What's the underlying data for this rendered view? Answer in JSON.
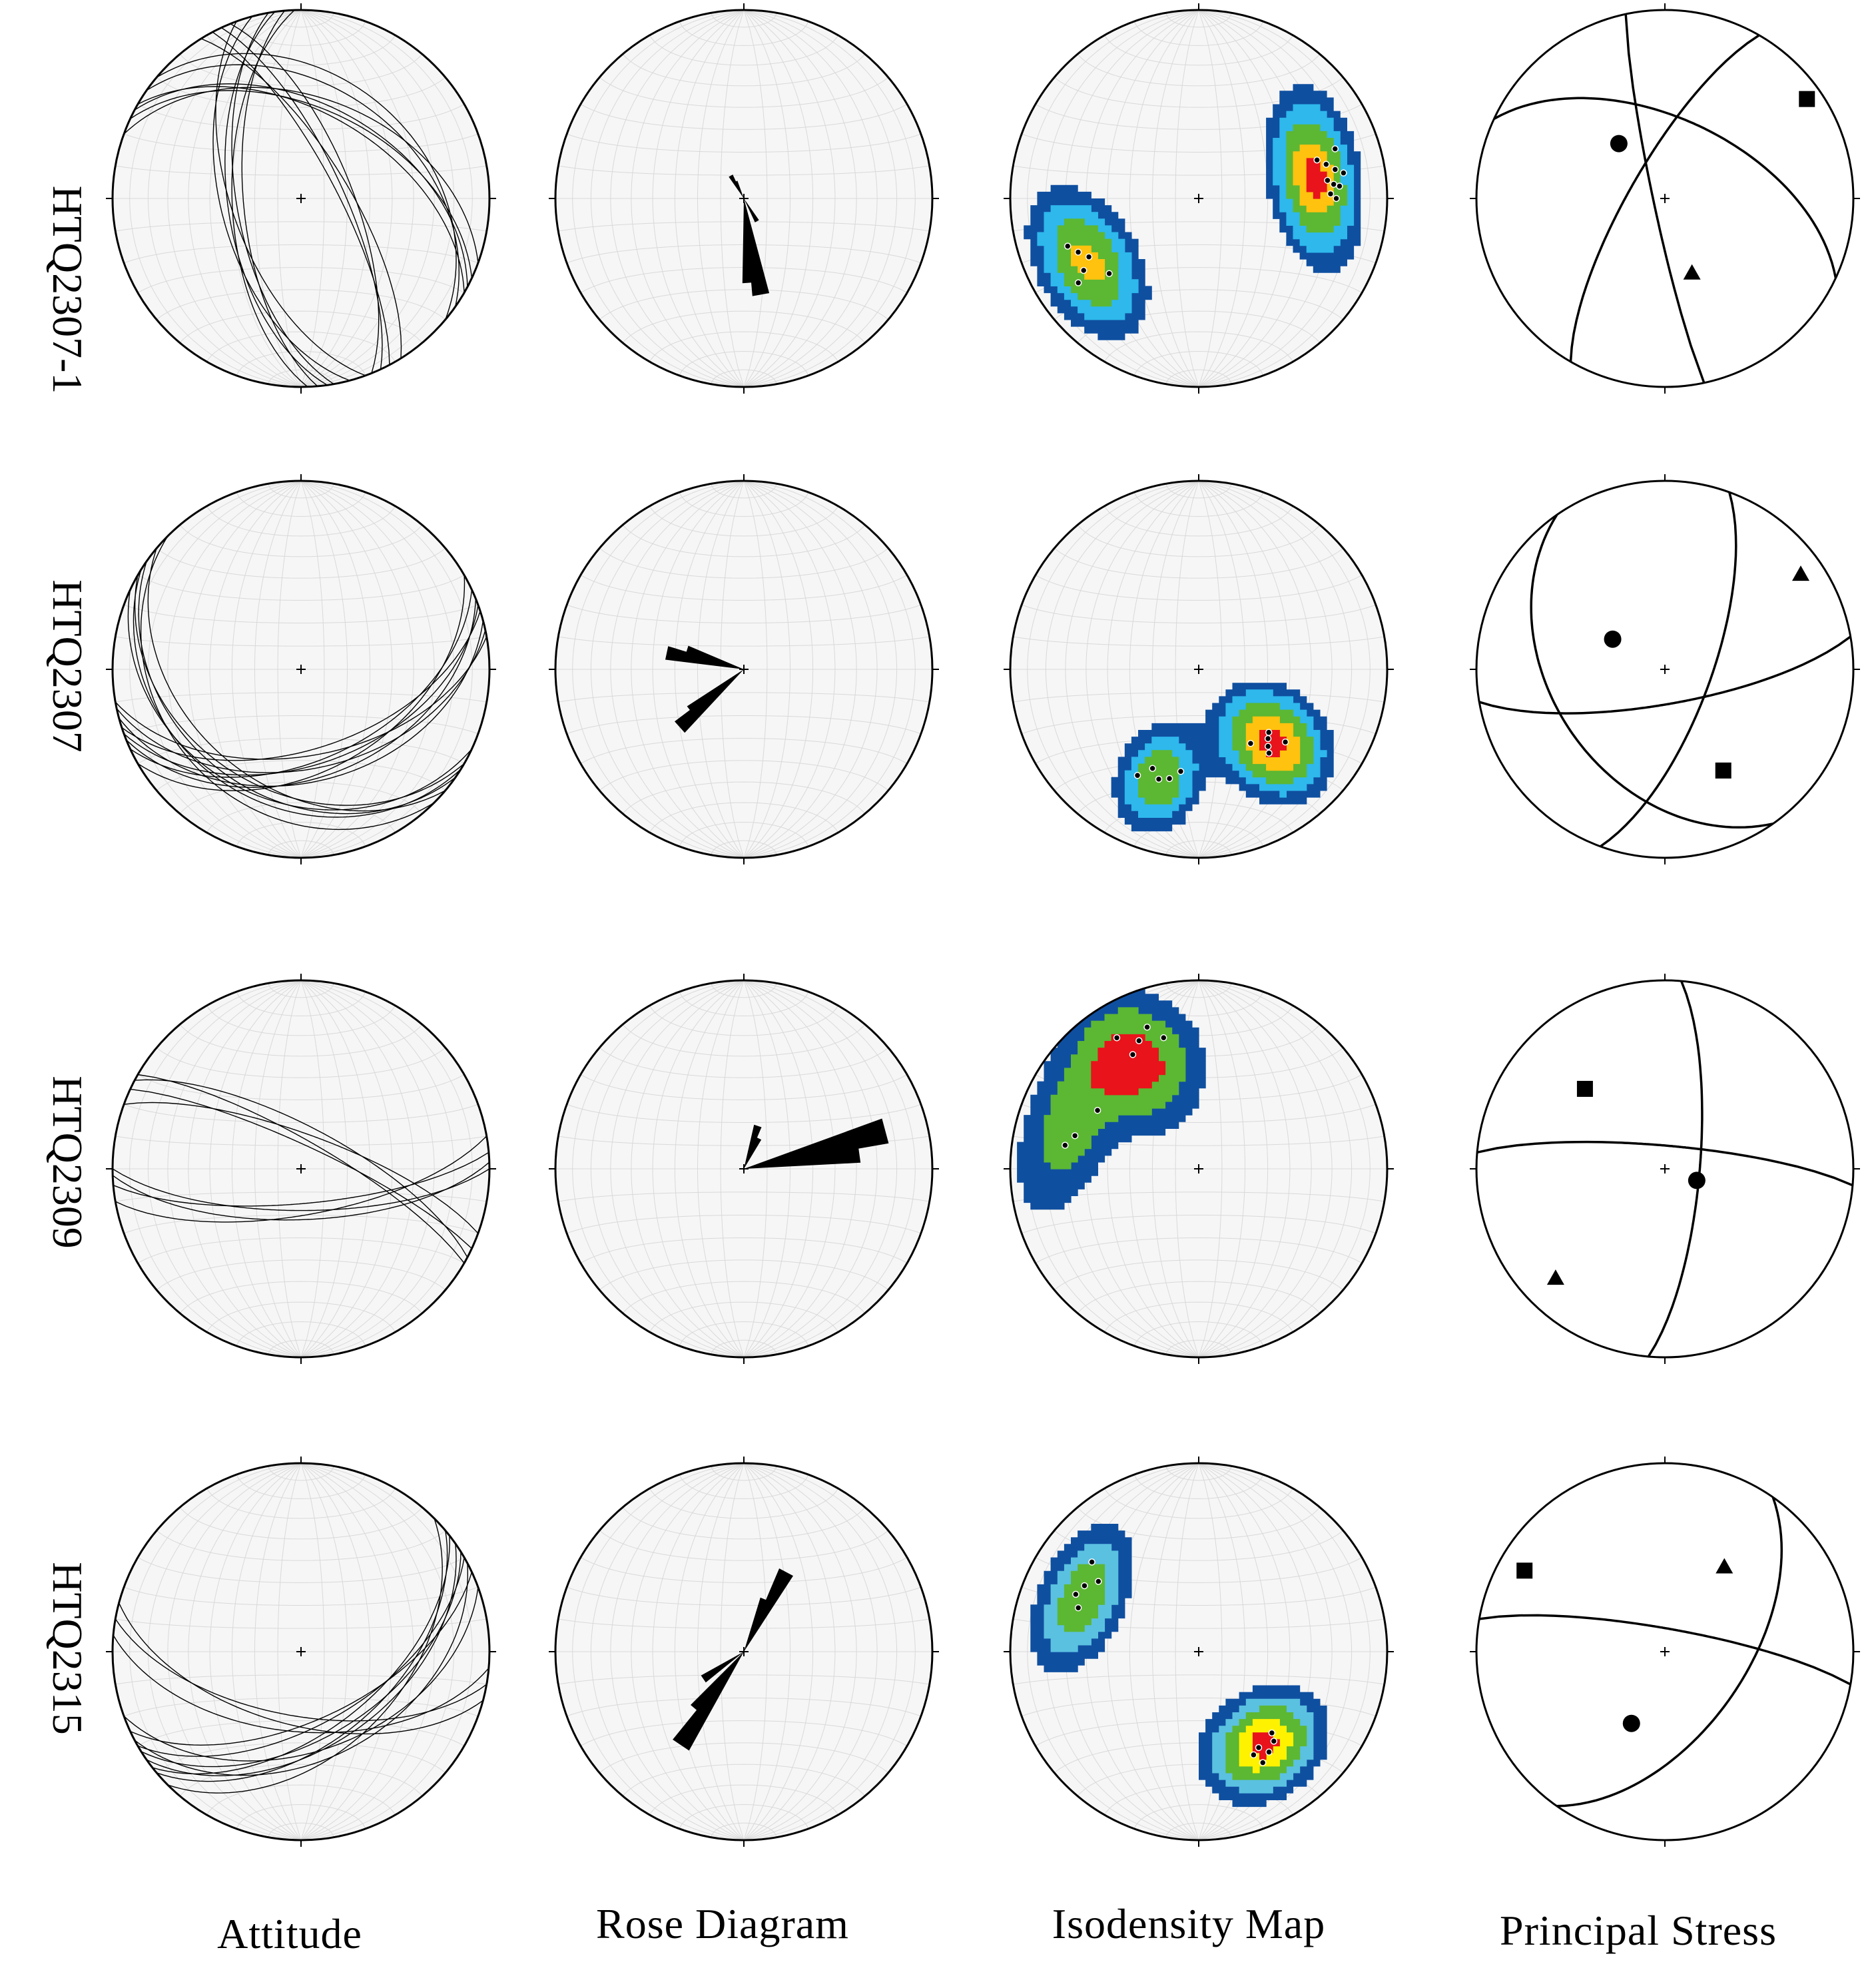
{
  "columns": [
    "Attitude",
    "Rose Diagram",
    "Isodensity Map",
    "Principal Stress"
  ],
  "samples": [
    {
      "id": "HTQ2307-1",
      "attitude": [
        [
          250,
          60
        ],
        [
          255,
          55
        ],
        [
          260,
          62
        ],
        [
          262,
          58
        ],
        [
          265,
          65
        ],
        [
          268,
          60
        ],
        [
          58,
          70
        ],
        [
          62,
          75
        ],
        [
          65,
          72
        ],
        [
          68,
          68
        ],
        [
          20,
          45
        ],
        [
          25,
          50
        ],
        [
          28,
          48
        ],
        [
          30,
          52
        ],
        [
          35,
          40
        ],
        [
          40,
          35
        ]
      ],
      "rose": [
        {
          "az": 170,
          "len": 0.52
        },
        {
          "az": 176,
          "len": 0.45
        },
        {
          "az": 150,
          "len": 0.14
        },
        {
          "az": 330,
          "len": 0.14
        },
        {
          "az": 335,
          "len": 0.1
        }
      ],
      "density": {
        "clusters": [
          {
            "az": 80,
            "r": 0.62,
            "sx": 0.14,
            "sy": 0.28,
            "w": 1.0
          },
          {
            "az": 240,
            "r": 0.68,
            "sx": 0.16,
            "sy": 0.26,
            "w": 0.85
          }
        ],
        "colors": [
          "#0f4fa0",
          "#2eb8ec",
          "#5cb733",
          "#ffc20e",
          "#e8131b"
        ],
        "levels": [
          0.2,
          0.35,
          0.55,
          0.78,
          0.93
        ],
        "poles": [
          [
            75,
            0.7
          ],
          [
            78,
            0.74
          ],
          [
            82,
            0.69
          ],
          [
            84,
            0.72
          ],
          [
            85,
            0.75
          ],
          [
            80,
            0.78
          ],
          [
            72,
            0.66
          ],
          [
            88,
            0.7
          ],
          [
            90,
            0.73
          ],
          [
            70,
            0.77
          ],
          [
            238,
            0.72
          ],
          [
            242,
            0.66
          ],
          [
            246,
            0.7
          ],
          [
            230,
            0.62
          ],
          [
            250,
            0.74
          ],
          [
            235,
            0.78
          ]
        ]
      },
      "stress": {
        "planes": [
          [
            300,
            75
          ],
          [
            25,
            55
          ],
          [
            258,
            85
          ]
        ],
        "s1": {
          "az": 320,
          "r": 0.38
        },
        "s2": {
          "az": 160,
          "r": 0.42
        },
        "s3": {
          "az": 55,
          "r": 0.92
        }
      }
    },
    {
      "id": "HTQ2307",
      "attitude": [
        [
          150,
          45
        ],
        [
          155,
          50
        ],
        [
          158,
          42
        ],
        [
          160,
          48
        ],
        [
          162,
          55
        ],
        [
          165,
          40
        ],
        [
          168,
          46
        ],
        [
          170,
          52
        ],
        [
          205,
          30
        ],
        [
          210,
          35
        ],
        [
          212,
          28
        ],
        [
          215,
          32
        ],
        [
          220,
          38
        ],
        [
          225,
          25
        ]
      ],
      "rose": [
        {
          "az": 228,
          "len": 0.46
        },
        {
          "az": 232,
          "len": 0.36
        },
        {
          "az": 282,
          "len": 0.42
        },
        {
          "az": 288,
          "len": 0.32
        }
      ],
      "density": {
        "clusters": [
          {
            "az": 135,
            "r": 0.55,
            "sx": 0.2,
            "sy": 0.16,
            "w": 1.0
          },
          {
            "az": 200,
            "r": 0.62,
            "sx": 0.18,
            "sy": 0.14,
            "w": 0.7
          }
        ],
        "colors": [
          "#0f4fa0",
          "#2eb8ec",
          "#5cb733",
          "#ffc20e",
          "#e8131b"
        ],
        "levels": [
          0.18,
          0.32,
          0.5,
          0.72,
          0.93
        ],
        "poles": [
          [
            135,
            0.52
          ],
          [
            138,
            0.55
          ],
          [
            132,
            0.5
          ],
          [
            140,
            0.58
          ],
          [
            130,
            0.6
          ],
          [
            145,
            0.48
          ],
          [
            195,
            0.6
          ],
          [
            200,
            0.62
          ],
          [
            205,
            0.58
          ],
          [
            210,
            0.65
          ],
          [
            190,
            0.55
          ]
        ]
      },
      "stress": {
        "planes": [
          [
            170,
            75
          ],
          [
            235,
            40
          ],
          [
            110,
            70
          ]
        ],
        "s1": {
          "az": 300,
          "r": 0.32
        },
        "s2": {
          "az": 55,
          "r": 0.88
        },
        "s3": {
          "az": 150,
          "r": 0.62
        }
      }
    },
    {
      "id": "HTQ2309",
      "attitude": [
        [
          170,
          70
        ],
        [
          175,
          75
        ],
        [
          178,
          68
        ],
        [
          180,
          72
        ],
        [
          20,
          75
        ],
        [
          25,
          80
        ],
        [
          28,
          72
        ],
        [
          30,
          78
        ]
      ],
      "rose": [
        {
          "az": 75,
          "len": 0.78
        },
        {
          "az": 82,
          "len": 0.62
        },
        {
          "az": 18,
          "len": 0.24
        },
        {
          "az": 26,
          "len": 0.18
        }
      ],
      "density": {
        "clusters": [
          {
            "az": 330,
            "r": 0.65,
            "sx": 0.2,
            "sy": 0.18,
            "w": 1.0
          },
          {
            "az": 290,
            "r": 0.72,
            "sx": 0.14,
            "sy": 0.3,
            "w": 0.6
          }
        ],
        "colors": [
          "#0f4fa0",
          "#5cb733",
          "#e8131b"
        ],
        "levels": [
          0.15,
          0.4,
          0.78
        ],
        "poles": [
          [
            335,
            0.75
          ],
          [
            340,
            0.8
          ],
          [
            330,
            0.7
          ],
          [
            345,
            0.72
          ],
          [
            328,
            0.82
          ],
          [
            300,
            0.62
          ],
          [
            285,
            0.68
          ],
          [
            280,
            0.72
          ]
        ]
      },
      "stress": {
        "planes": [
          [
            5,
            80
          ],
          [
            95,
            75
          ]
        ],
        "s1": {
          "az": 110,
          "r": 0.18
        },
        "s2": {
          "az": 225,
          "r": 0.82
        },
        "s3": {
          "az": 315,
          "r": 0.6
        }
      }
    },
    {
      "id": "HTQ2315",
      "attitude": [
        [
          135,
          45
        ],
        [
          140,
          50
        ],
        [
          142,
          55
        ],
        [
          145,
          48
        ],
        [
          148,
          52
        ],
        [
          150,
          58
        ],
        [
          152,
          42
        ],
        [
          155,
          60
        ],
        [
          160,
          46
        ],
        [
          185,
          55
        ],
        [
          190,
          62
        ],
        [
          195,
          58
        ]
      ],
      "rose": [
        {
          "az": 214,
          "len": 0.6
        },
        {
          "az": 220,
          "len": 0.4
        },
        {
          "az": 28,
          "len": 0.48
        },
        {
          "az": 22,
          "len": 0.3
        },
        {
          "az": 236,
          "len": 0.26
        }
      ],
      "density": {
        "clusters": [
          {
            "az": 145,
            "r": 0.6,
            "sx": 0.16,
            "sy": 0.2,
            "w": 1.0
          },
          {
            "az": 295,
            "r": 0.68,
            "sx": 0.14,
            "sy": 0.26,
            "w": 0.7
          }
        ],
        "colors": [
          "#0f4fa0",
          "#5bc1e0",
          "#5cb733",
          "#fff200",
          "#e8131b"
        ],
        "levels": [
          0.18,
          0.34,
          0.52,
          0.74,
          0.93
        ],
        "poles": [
          [
            140,
            0.62
          ],
          [
            145,
            0.65
          ],
          [
            148,
            0.6
          ],
          [
            150,
            0.68
          ],
          [
            138,
            0.58
          ],
          [
            152,
            0.62
          ],
          [
            300,
            0.7
          ],
          [
            295,
            0.72
          ],
          [
            305,
            0.65
          ],
          [
            290,
            0.68
          ],
          [
            310,
            0.74
          ]
        ]
      },
      "stress": {
        "planes": [
          [
            10,
            80
          ],
          [
            125,
            55
          ]
        ],
        "s1": {
          "az": 205,
          "r": 0.42
        },
        "s2": {
          "az": 35,
          "r": 0.55
        },
        "s3": {
          "az": 300,
          "r": 0.86
        }
      }
    }
  ]
}
